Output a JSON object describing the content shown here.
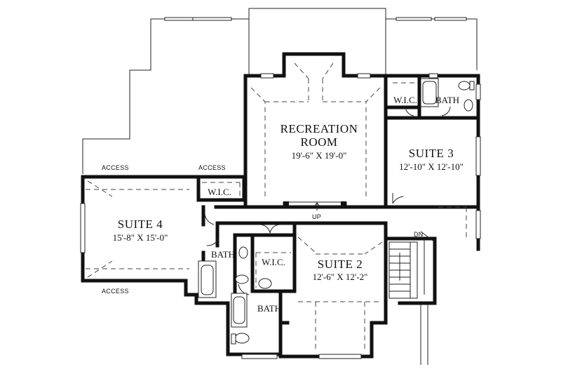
{
  "rooms": {
    "recreation": {
      "name_line1": "RECREATION",
      "name_line2": "ROOM",
      "dimensions": "19'-6\" X 19'-0\""
    },
    "suite3": {
      "name": "SUITE 3",
      "dimensions": "12'-10\" X 12'-10\""
    },
    "suite4": {
      "name": "SUITE 4",
      "dimensions": "15'-8\" X 15'-0\""
    },
    "suite2": {
      "name": "SUITE 2",
      "dimensions": "12'-6\" X 12'-2\""
    }
  },
  "labels": {
    "wic_suite3": "W.I.C.",
    "bath_suite3": "BATH",
    "wic_suite4": "W.I.C.",
    "bath_suite4": "BATH",
    "wic_suite2": "W.I.C.",
    "bath_suite2": "BATH",
    "access_top_left": "ACCESS",
    "access_top_right": "ACCESS",
    "access_bottom": "ACCESS",
    "stair_up": "UP",
    "stair_down": "DN"
  }
}
